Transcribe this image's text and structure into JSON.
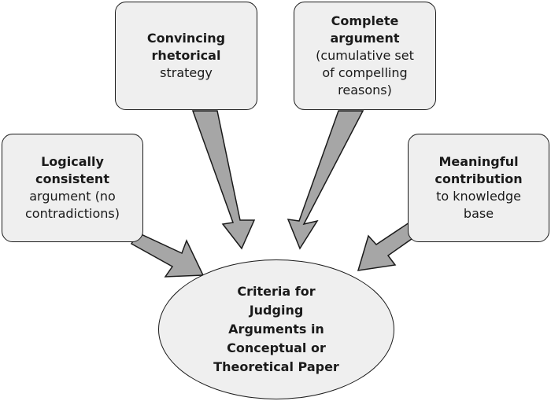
{
  "colors": {
    "arrow_fill": "#a6a6a6",
    "box_fill": "#efefef",
    "stroke": "#1a1a1a"
  },
  "boxes": {
    "rhetorical": {
      "bold_lines": [
        "Convincing",
        "rhetorical"
      ],
      "plain_lines": [
        "strategy"
      ]
    },
    "complete": {
      "bold_lines": [
        "Complete",
        "argument"
      ],
      "plain_lines": [
        "(cumulative set",
        "of compelling",
        "reasons)"
      ]
    },
    "logical": {
      "bold_lines": [
        "Logically",
        "consistent"
      ],
      "plain_lines": [
        "argument (no",
        "contradictions)"
      ]
    },
    "meaningful": {
      "bold_lines": [
        "Meaningful",
        "contribution"
      ],
      "plain_lines": [
        "to knowledge",
        "base"
      ]
    }
  },
  "center": {
    "lines": [
      "Criteria for",
      "Judging",
      "Arguments in",
      "Conceptual or",
      "Theoretical Paper"
    ]
  }
}
